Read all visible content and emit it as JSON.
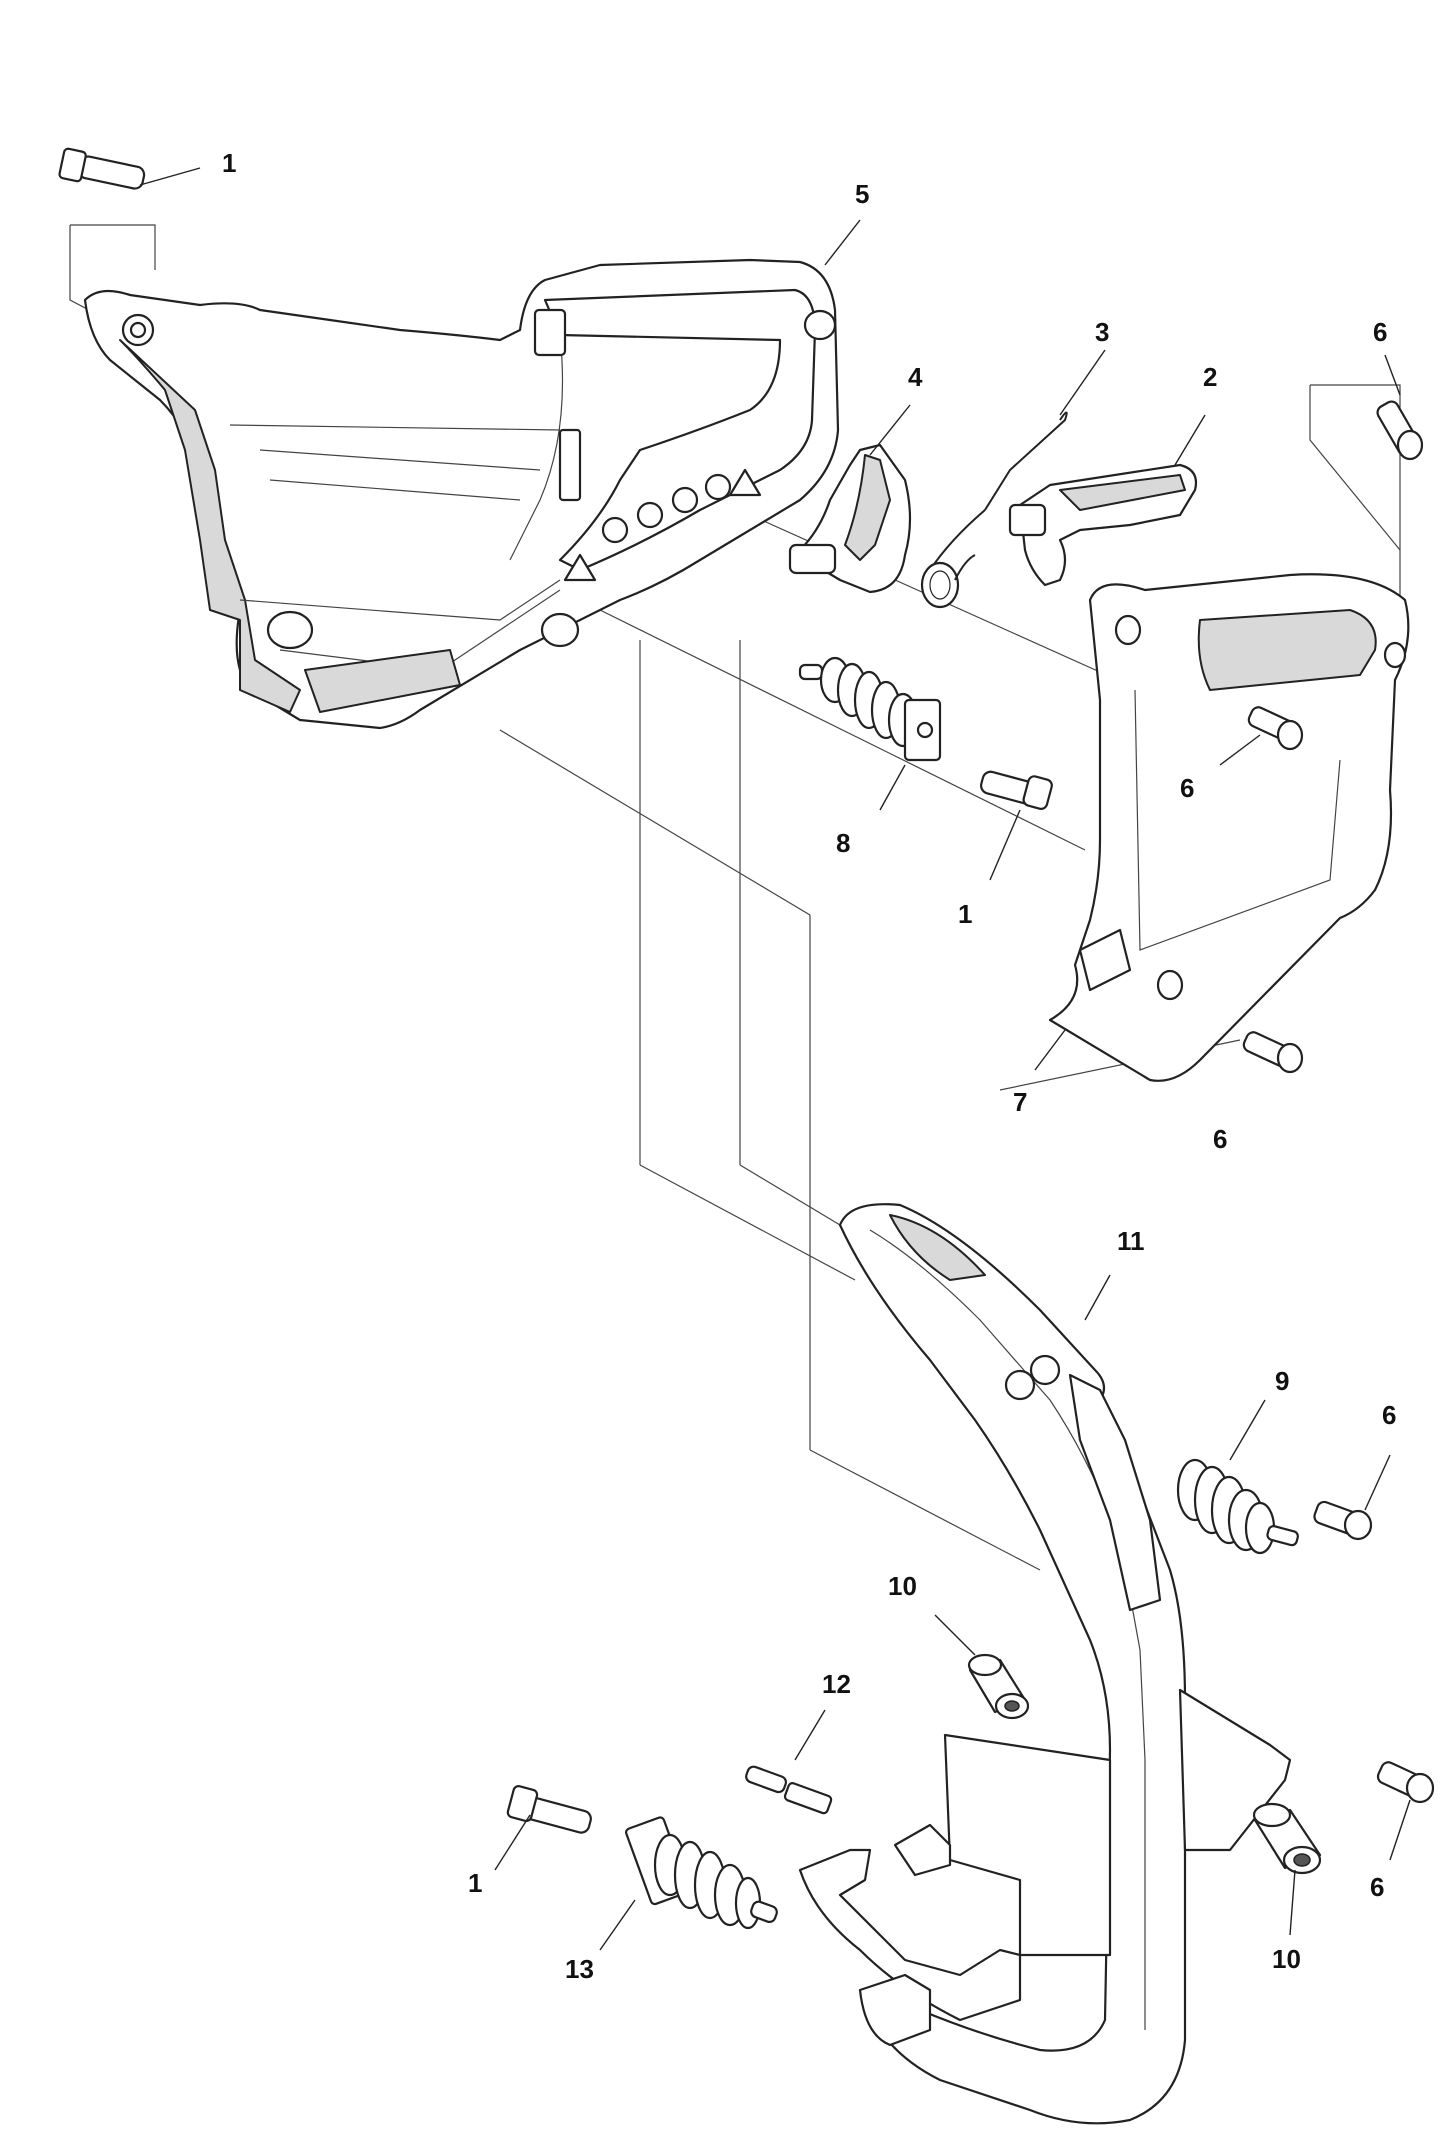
{
  "labels": [
    {
      "id": "1",
      "text": "1"
    },
    {
      "id": "5",
      "text": "5"
    },
    {
      "id": "3",
      "text": "3"
    },
    {
      "id": "4",
      "text": "4"
    },
    {
      "id": "2",
      "text": "2"
    },
    {
      "id": "6a",
      "text": "6"
    },
    {
      "id": "6b",
      "text": "6"
    },
    {
      "id": "8",
      "text": "8"
    },
    {
      "id": "1b",
      "text": "1"
    },
    {
      "id": "7",
      "text": "7"
    },
    {
      "id": "6c",
      "text": "6"
    },
    {
      "id": "11",
      "text": "11"
    },
    {
      "id": "9",
      "text": "9"
    },
    {
      "id": "6d",
      "text": "6"
    },
    {
      "id": "10a",
      "text": "10"
    },
    {
      "id": "12",
      "text": "12"
    },
    {
      "id": "1c",
      "text": "1"
    },
    {
      "id": "13",
      "text": "13"
    },
    {
      "id": "6e",
      "text": "6"
    },
    {
      "id": "10b",
      "text": "10"
    }
  ]
}
